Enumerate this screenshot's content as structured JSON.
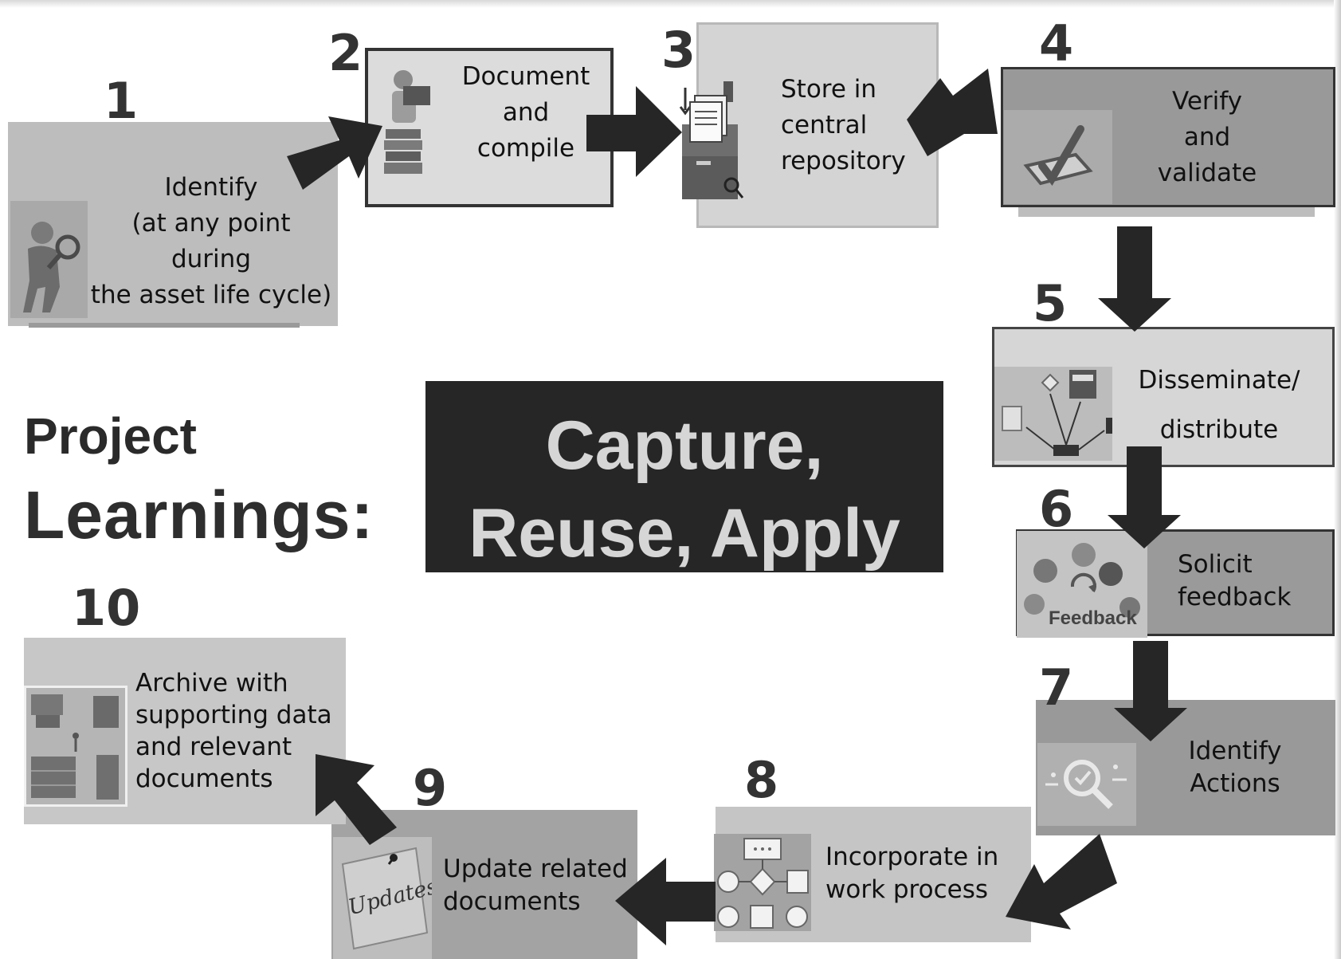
{
  "diagram": {
    "title_line1": "Project",
    "title_line2": "Learnings:",
    "banner": "Capture, Reuse, Apply",
    "steps": [
      {
        "number": "1",
        "label": "Identify\n(at any point during\nthe asset life cycle)",
        "icon": "magnifier-person-icon"
      },
      {
        "number": "2",
        "label": "Document\nand\ncompile",
        "icon": "reading-person-icon"
      },
      {
        "number": "3",
        "label": "Store in\ncentral\nrepository",
        "icon": "file-cabinet-icon"
      },
      {
        "number": "4",
        "label": "Verify\nand\nvalidate",
        "icon": "checkmark-icon"
      },
      {
        "number": "5",
        "label": "Disseminate/\ndistribute",
        "icon": "network-devices-icon"
      },
      {
        "number": "6",
        "label": "Solicit\nfeedback",
        "icon": "feedback-bubbles-icon",
        "icon_text": "Feedback"
      },
      {
        "number": "7",
        "label": "Identify\nActions",
        "icon": "search-magnifier-icon"
      },
      {
        "number": "8",
        "label": "Incorporate in\nwork process",
        "icon": "flowchart-icon"
      },
      {
        "number": "9",
        "label": "Update related\ndocuments",
        "icon": "sticky-note-icon",
        "icon_text": "Updates"
      },
      {
        "number": "10",
        "label": "Archive with\nsupporting data\nand relevant\ndocuments",
        "icon": "office-archive-icon"
      }
    ]
  }
}
